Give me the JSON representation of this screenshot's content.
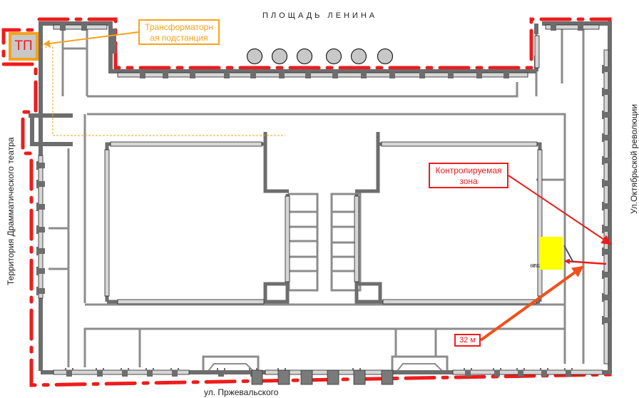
{
  "diagram": {
    "type": "site-floor-plan",
    "streets": {
      "top": "ПЛОЩАДЬ  ЛЕНИНА",
      "bottom": "ул. Пржевальского",
      "left": "Территория Драмматического театра",
      "right": "Ул.Октябрьской революции"
    },
    "callouts": {
      "substation": "Трансформаторная подстанция",
      "substation_line1": "Трансформаторн",
      "substation_line2": "ая подстанция",
      "controlled_zone_line1": "Контролируемая",
      "controlled_zone_line2": "зона",
      "distance": "32 м"
    },
    "substation_label": "ТП",
    "room_label_line1": "№",
    "room_label_line2": "5.29",
    "colors": {
      "zone_boundary": "#ee1c1c",
      "substation": "#f7a21b",
      "wall": "#6d6d6d",
      "partition": "#8c8c8c",
      "room_highlight": "#ffff00",
      "distance_arrow": "#f2501c"
    },
    "columns_count": 6
  }
}
